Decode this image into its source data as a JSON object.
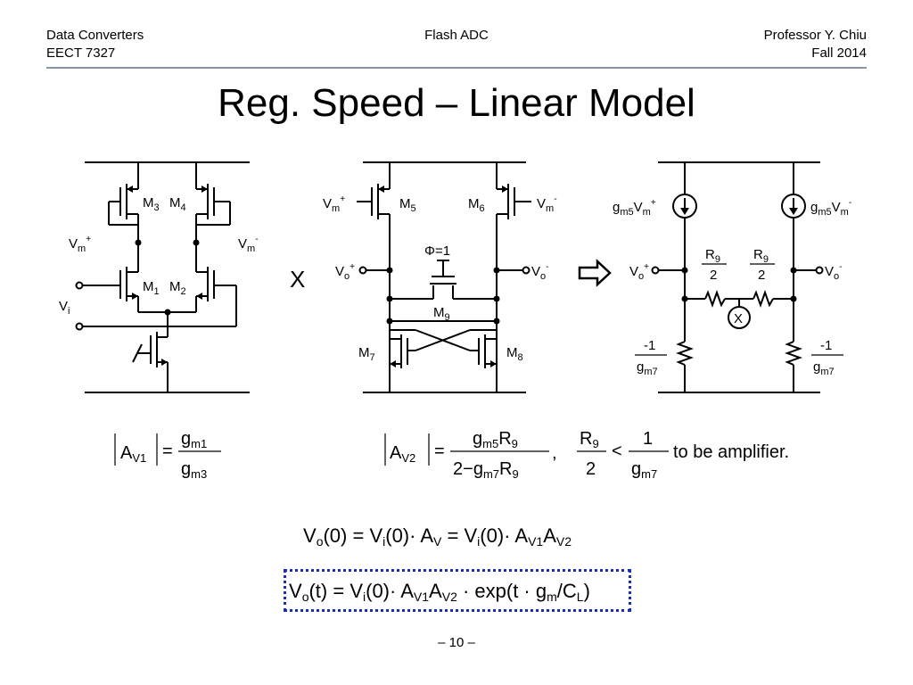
{
  "header": {
    "course": "Data Converters",
    "code": "EECT 7327",
    "topic": "Flash ADC",
    "instructor": "Professor Y. Chiu",
    "term": "Fall 2014"
  },
  "slide": {
    "title": "Reg. Speed – Linear Model",
    "page": "– 10 –"
  },
  "circuit1": {
    "m3": "M",
    "m3_sub": "3",
    "m4": "M",
    "m4_sub": "4",
    "m1": "M",
    "m1_sub": "1",
    "m2": "M",
    "m2_sub": "2",
    "vm_plus": "V",
    "vm_plus_sub": "m",
    "vm_plus_sup": "+",
    "vm_minus": "V",
    "vm_minus_sub": "m",
    "vm_minus_sup": "-",
    "vi": "V",
    "vi_sub": "i"
  },
  "times_symbol": "X",
  "circuit2": {
    "vm_plus": "V",
    "vm_plus_sub": "m",
    "vm_plus_sup": "+",
    "vm_minus": "V",
    "vm_minus_sub": "m",
    "vm_minus_sup": "-",
    "m5": "M",
    "m5_sub": "5",
    "m6": "M",
    "m6_sub": "6",
    "phi": "Φ=1",
    "vo_plus": "V",
    "vo_plus_sub": "o",
    "vo_plus_sup": "+",
    "vo_minus": "V",
    "vo_minus_sub": "o",
    "vo_minus_sup": "-",
    "m9": "M",
    "m9_sub": "9",
    "m7": "M",
    "m7_sub": "7",
    "m8": "M",
    "m8_sub": "8"
  },
  "circuit3": {
    "src_left": "g",
    "src_left_sub": "m5",
    "src_left_v": "V",
    "src_left_vsub": "m",
    "src_left_sup": "+",
    "src_right": "g",
    "src_right_sub": "m5",
    "src_right_v": "V",
    "src_right_vsub": "m",
    "src_right_sup": "-",
    "r_num": "R",
    "r_sub": "9",
    "r_den": "2",
    "vo_plus": "V",
    "vo_plus_sub": "o",
    "vo_plus_sup": "+",
    "vo_minus": "V",
    "vo_minus_sub": "o",
    "vo_minus_sup": "-",
    "x_node": "X",
    "res_num": "-1",
    "res_den": "g",
    "res_den_sub": "m7"
  },
  "equations": {
    "av1_lhs": "A",
    "av1_lhs_sub": "V1",
    "av1_num": "g",
    "av1_num_sub": "m1",
    "av1_den": "g",
    "av1_den_sub": "m3",
    "av2_lhs": "A",
    "av2_lhs_sub": "V2",
    "av2_num": "g",
    "av2_num_sub": "m5",
    "av2_num_r": "R",
    "av2_num_rsub": "9",
    "av2_den": "2",
    "av2_den_minus": "−",
    "av2_den_g": "g",
    "av2_den_gsub": "m7",
    "av2_den_r": "R",
    "av2_den_rsub": "9",
    "cond_num": "R",
    "cond_num_sub": "9",
    "cond_den": "2",
    "cond_rhs_num": "1",
    "cond_rhs_den": "g",
    "cond_rhs_den_sub": "m7",
    "cond_text": "to be amplifier.",
    "vo0_eq": "V",
    "vot_eq": "V"
  }
}
